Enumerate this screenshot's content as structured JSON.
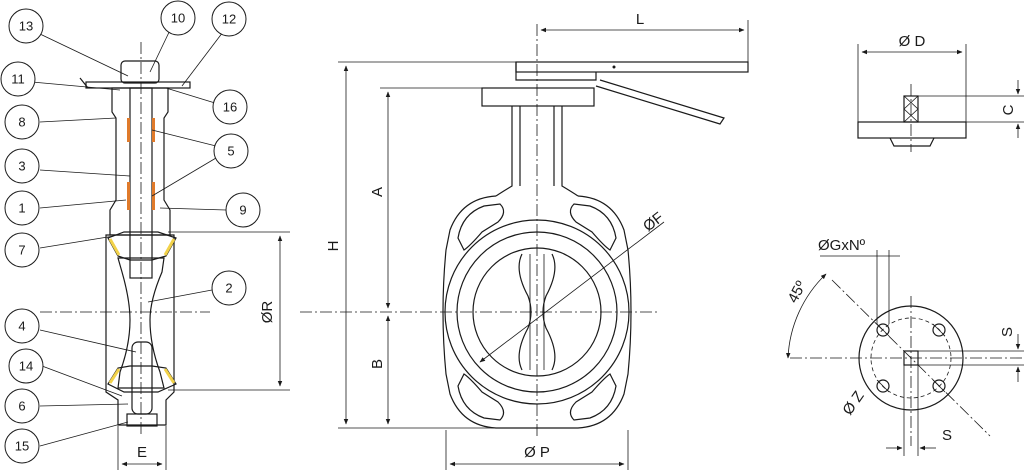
{
  "balloons": [
    "13",
    "10",
    "12",
    "11",
    "16",
    "8",
    "5",
    "3",
    "1",
    "9",
    "7",
    "2",
    "4",
    "14",
    "6",
    "15"
  ],
  "section_labels": {
    "r": "ØR",
    "e": "E"
  },
  "front_labels": {
    "l": "L",
    "h": "H",
    "a": "A",
    "b": "B",
    "f": "ØF",
    "p": "Ø P"
  },
  "top_labels": {
    "d": "Ø D",
    "c": "C"
  },
  "flange_labels": {
    "g": "ØGxNº",
    "angle": "45º",
    "z": "Ø Z",
    "s1": "S",
    "s2": "S"
  },
  "colors": {
    "body": "#9fcf9a",
    "stem": "#f6d7e1",
    "disc": "#cfe4f6",
    "seat": "#c8186a",
    "seat_ring": "#f2d24a",
    "pin": "#2d7fe0",
    "plug": "#e8101a",
    "bushing": "#e07a2a",
    "cap": "#bdbdbd",
    "plate": "#c9a0dc"
  }
}
